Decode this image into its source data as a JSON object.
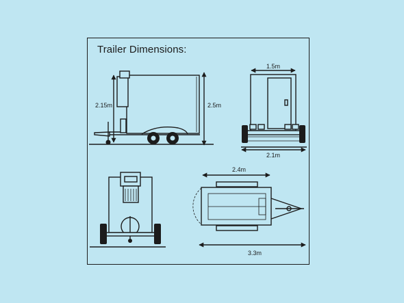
{
  "title": "Trailer Dimensions:",
  "dimensions": {
    "side_height_small": "2.15m",
    "side_height_total": "2.5m",
    "rear_width_top": "1.5m",
    "rear_width_bottom": "2.1m",
    "top_length_inner": "2.4m",
    "top_length_total": "3.3m"
  },
  "colors": {
    "background": "#bfe6f2",
    "ink": "#1c1c1c"
  }
}
